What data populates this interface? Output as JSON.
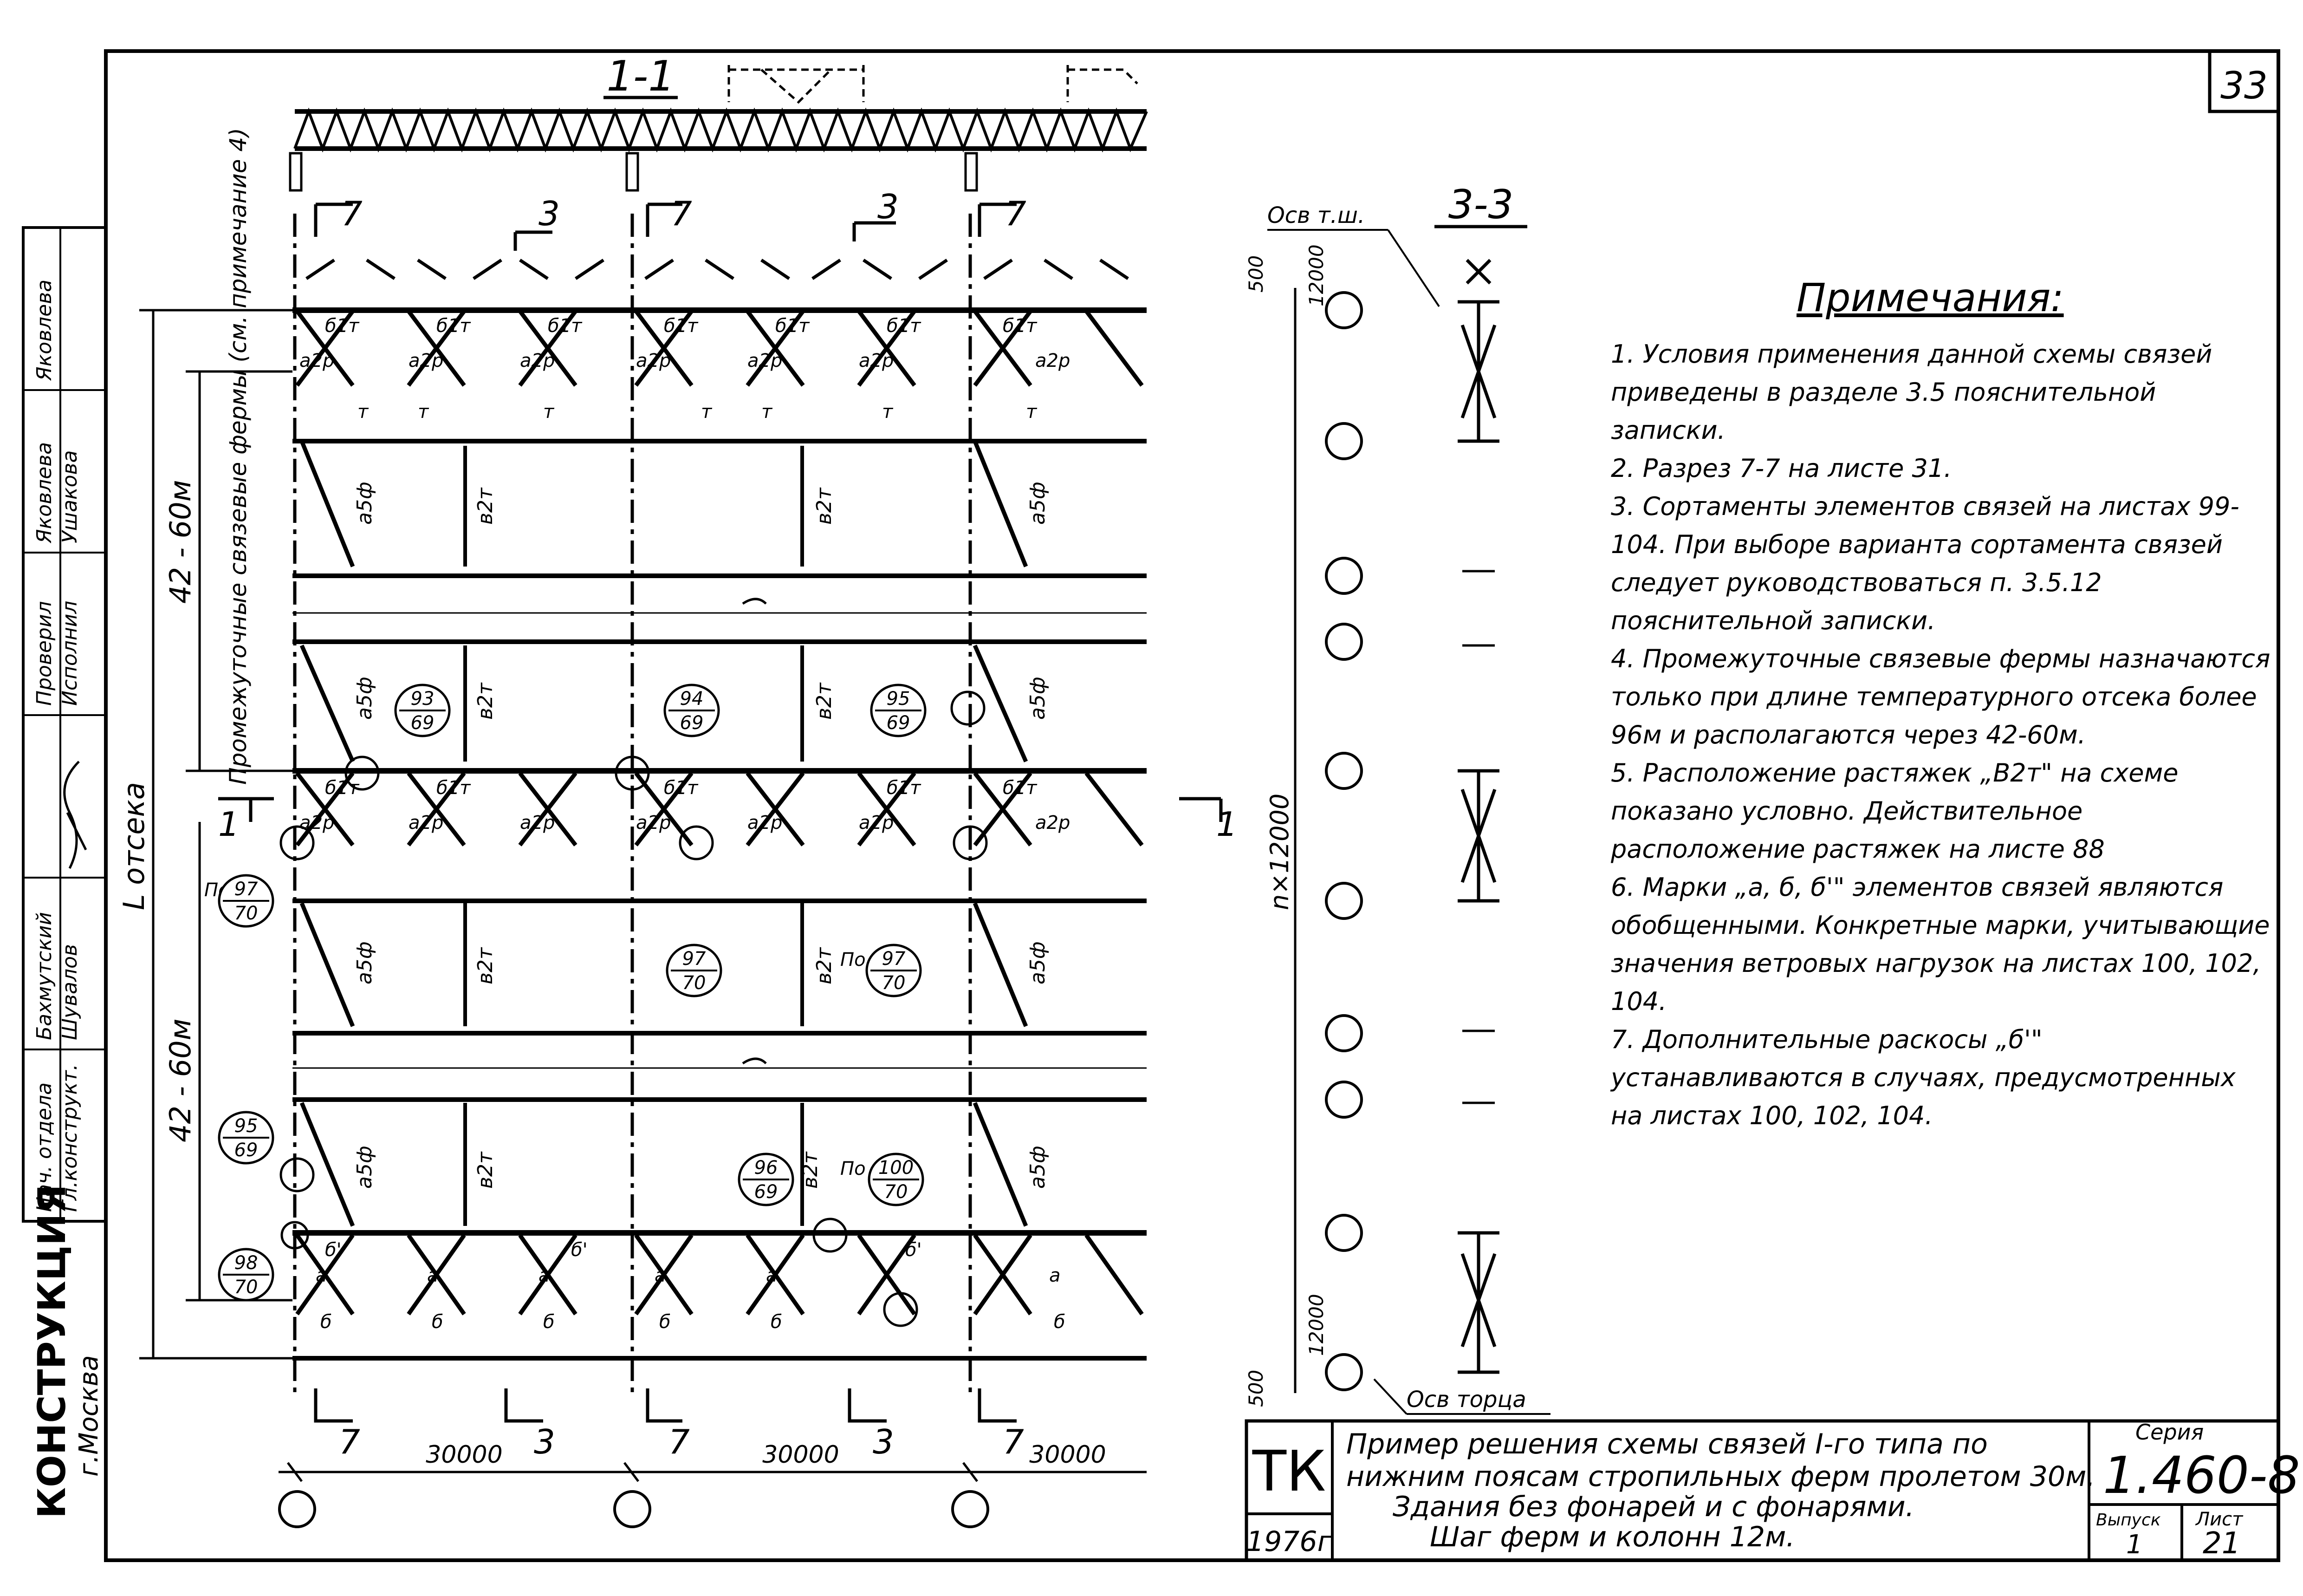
{
  "sheet": {
    "page_number": "33",
    "publisher_main": "КОНСТРУКЦИЯ",
    "publisher_city": "г.Москва"
  },
  "stamp": {
    "rows": [
      {
        "position": "Нач. отдела",
        "name": "Бахмутский"
      },
      {
        "position": "Гл.конструкт.",
        "name": "Шувалов"
      },
      {
        "position": "Проверил",
        "name": "Яковлева"
      },
      {
        "position": "Исполнил",
        "name": "Ушакова"
      },
      {
        "position": "",
        "name": "Яковлева"
      }
    ]
  },
  "drawing": {
    "section_1_1": "1-1",
    "section_3_3": "3-3",
    "axis_label": "Осв т.ш.",
    "axis_end_label": "Осв торца",
    "segment_label": "L отсека",
    "span_label_1": "42 - 60м",
    "span_label_2": "42 - 60м",
    "intermediate_truss_note": "Промежуточные связевые фермы (см. примечание 4)",
    "column_span": "n×12000",
    "dim_12000": "12000",
    "dim_500": "500",
    "bay_dims": [
      "30000",
      "30000",
      "30000"
    ],
    "section_marks_top": [
      "7",
      "3",
      "7",
      "3",
      "7"
    ],
    "section_marks_bottom": [
      "7",
      "3",
      "7",
      "3",
      "7"
    ],
    "section_mark_side": "1",
    "element_labels": {
      "a2r": "а2р",
      "b1t": "б1т",
      "a5f": "а5ф",
      "v2t": "в2т",
      "t": "т",
      "a": "а",
      "b": "б",
      "b_prime": "б'"
    },
    "callouts": [
      {
        "num": "93",
        "sheet": "69"
      },
      {
        "num": "94",
        "sheet": "69"
      },
      {
        "num": "95",
        "sheet": "69"
      },
      {
        "num": "97",
        "sheet": "70",
        "prefix": "По"
      },
      {
        "num": "97",
        "sheet": "70"
      },
      {
        "num": "97",
        "sheet": "70",
        "prefix": "По"
      },
      {
        "num": "95",
        "sheet": "69"
      },
      {
        "num": "96",
        "sheet": "69"
      },
      {
        "num": "100",
        "sheet": "70",
        "prefix": "По"
      },
      {
        "num": "98",
        "sheet": "70"
      }
    ]
  },
  "notes": {
    "title": "Примечания:",
    "items": [
      "1. Условия применения данной схемы связей приведены в разделе 3.5 пояснительной записки.",
      "2. Разрез 7-7 на листе 31.",
      "3. Сортаменты элементов связей на листах 99-104. При выборе варианта сортамента связей следует руководствоваться п. 3.5.12 пояснительной записки.",
      "4. Промежуточные связевые фермы назначаются только при длине температурного отсека более 96м и располагаются через 42-60м.",
      "5. Расположение растяжек „В2т\" на схеме показано условно. Действительное расположение растяжек на листе 88",
      "6. Марки „а, б, б'\" элементов связей являются обобщенными. Конкретные марки, учитывающие значения ветровых нагрузок на листах 100, 102, 104.",
      "7. Дополнительные раскосы „б'\" устанавливаются в случаях, предусмотренных на листах 100, 102, 104."
    ]
  },
  "title_block": {
    "org_code": "ТК",
    "year": "1976г",
    "title_line1": "Пример решения схемы связей I-го типа по",
    "title_line2": "нижним поясам стропильных ферм пролетом 30м.",
    "title_line3": "Здания без фонарей и с фонарями.",
    "title_line4": "Шаг ферм и колонн 12м.",
    "series_label": "Серия",
    "series_value": "1.460-8",
    "issue_label": "Выпуск",
    "issue_value": "1",
    "sheet_label": "Лист",
    "sheet_value": "21"
  }
}
